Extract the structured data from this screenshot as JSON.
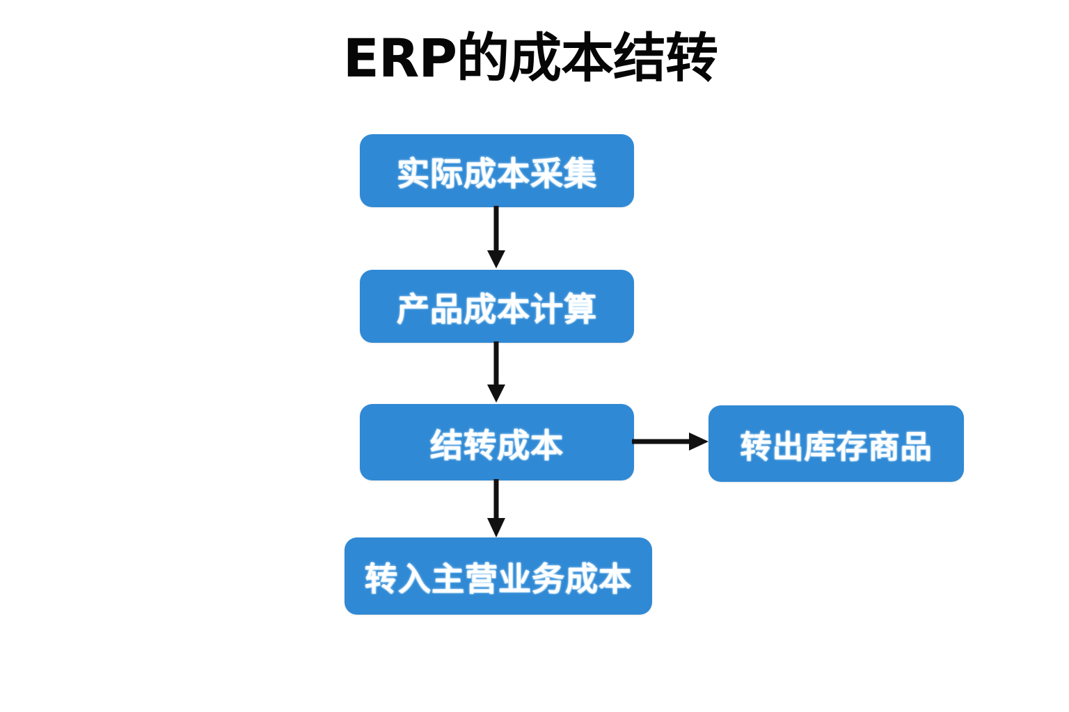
{
  "page": {
    "title": "ERP的成本结转",
    "background_color": "#ffffff",
    "node_fill_color": "#3089d4",
    "node_text_color": "#ffffff",
    "arrow_color": "#111111",
    "title_color": "#060606"
  },
  "diagram": {
    "type": "flowchart",
    "orientation": "top-to-bottom with one right branch",
    "nodes": [
      {
        "id": "collect",
        "label": "实际成本采集"
      },
      {
        "id": "calc",
        "label": "产品成本计算"
      },
      {
        "id": "carry",
        "label": "结转成本"
      },
      {
        "id": "out",
        "label": "转出库存商品"
      },
      {
        "id": "in",
        "label": "转入主营业务成本"
      }
    ],
    "edges": [
      {
        "from": "collect",
        "to": "calc",
        "direction": "down",
        "label": ""
      },
      {
        "from": "calc",
        "to": "carry",
        "direction": "down",
        "label": ""
      },
      {
        "from": "carry",
        "to": "out",
        "direction": "right",
        "label": ""
      },
      {
        "from": "carry",
        "to": "in",
        "direction": "down",
        "label": ""
      }
    ]
  }
}
